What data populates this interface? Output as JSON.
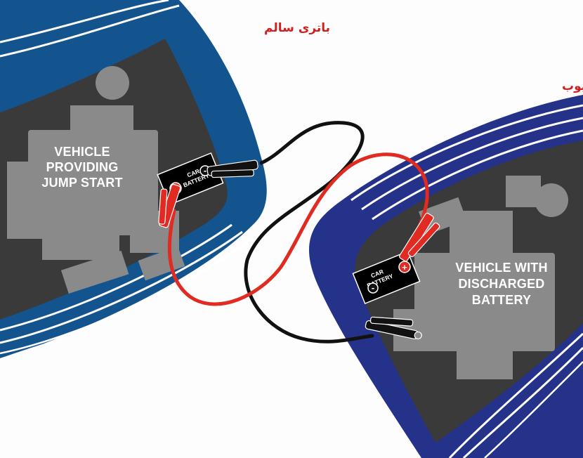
{
  "labels": {
    "healthy_battery": "باتری سالم",
    "faulty_battery": "باتری معیوب"
  },
  "vehicle_left": {
    "line1": "VEHICLE",
    "line2": "PROVIDING",
    "line3": "JUMP START"
  },
  "vehicle_right": {
    "line1": "VEHICLE WITH",
    "line2": "DISCHARGED",
    "line3": "BATTERY"
  },
  "battery_left": {
    "line1": "CAR",
    "line2": "BATTERY",
    "positive": "+",
    "negative": "-"
  },
  "battery_right": {
    "line1": "CAR",
    "line2": "BATTERY",
    "positive": "+",
    "negative": "-"
  },
  "colors": {
    "left_car_body": "#13548f",
    "right_car_body": "#25328a",
    "engine_bay": "#3a3a3a",
    "engine_parts": "#8a8a8a",
    "red_cable": "#e02a22",
    "black_cable": "#111111",
    "label_red": "#d01f1f"
  }
}
